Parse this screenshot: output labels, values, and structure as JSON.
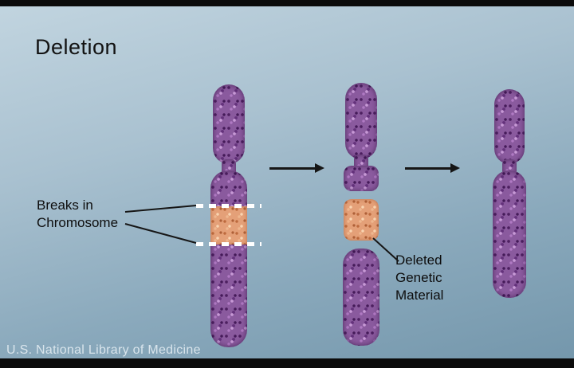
{
  "title": "Deletion",
  "labels": {
    "breaks": {
      "line1": "Breaks in",
      "line2": "Chromosome"
    },
    "deleted": {
      "line1": "Deleted",
      "line2": "Genetic",
      "line3": "Material"
    }
  },
  "footer": "U.S. National Library of Medicine",
  "icons": {
    "right_arrow": "→"
  },
  "colors": {
    "chromosome_purple": "#8a5a9e",
    "deleted_band_orange": "#e4a078",
    "break_dash_white": "#ffffff",
    "arrow_black": "#161616",
    "background_top": "#c2d5e0",
    "background_bottom": "#7396ab",
    "letterbox_black": "#0b0b0b"
  }
}
